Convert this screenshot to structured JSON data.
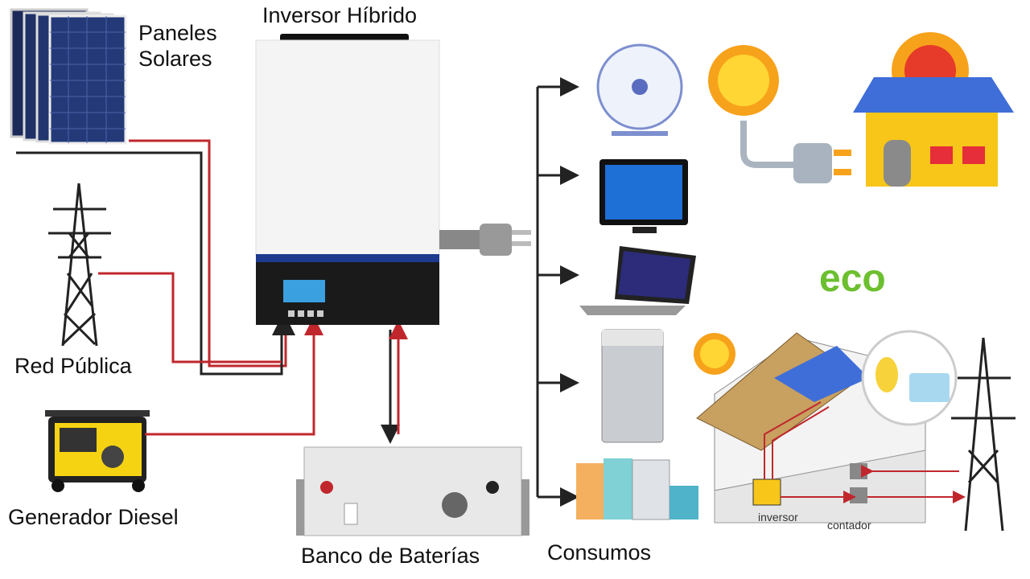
{
  "labels": {
    "inverter": "Inversor Híbrido",
    "panels_line1": "Paneles",
    "panels_line2": "Solares",
    "grid": "Red Pública",
    "generator": "Generador Diesel",
    "battery": "Banco de Baterías",
    "loads": "Consumos",
    "eco": "eco",
    "house_inverter": "inversor",
    "house_meter": "contador"
  },
  "colors": {
    "wire_red": "#c0272d",
    "wire_black": "#222222",
    "inverter_blue": "#1d3a8f",
    "panel_blue": "#1c2a5a",
    "sun": "#f7a21b",
    "house_yellow": "#f7c619",
    "eco_green": "#6cbf2f"
  }
}
